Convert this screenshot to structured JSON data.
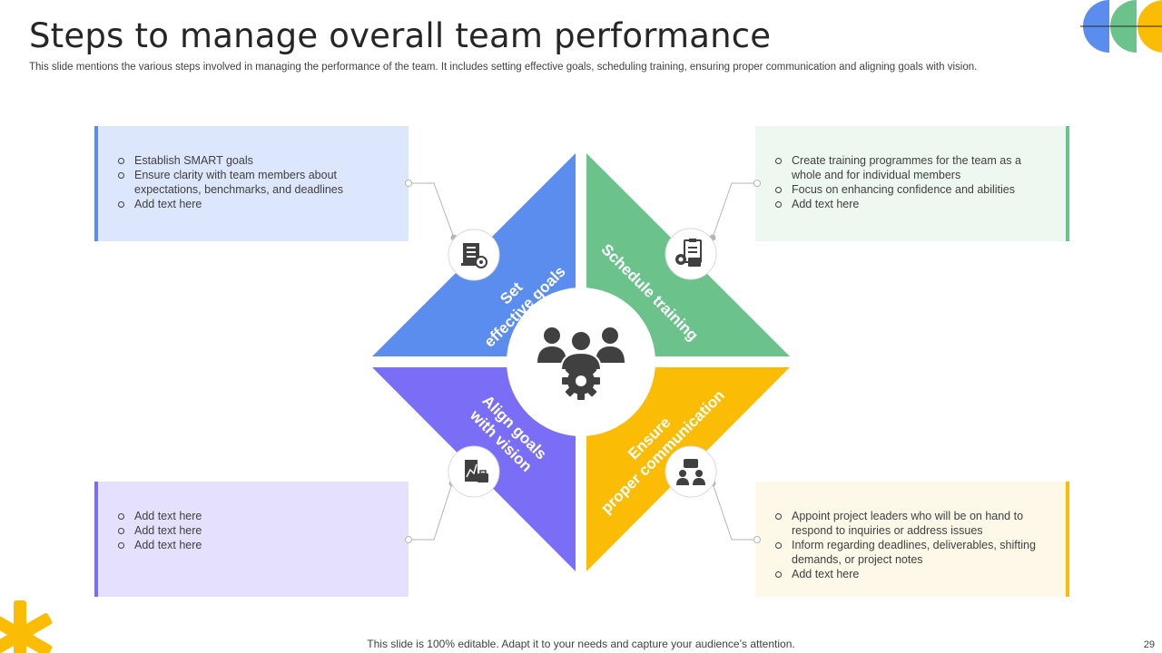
{
  "slide": {
    "title": "Steps to manage overall team performance",
    "subtitle": "This slide mentions the various steps involved in managing the performance of the team. It includes setting effective goals, scheduling training, ensuring proper communication and aligning goals with vision.",
    "footer": "This slide is 100% editable. Adapt it to your needs and capture your audience’s attention.",
    "page_number": "29"
  },
  "steps": [
    {
      "label_lines": [
        "Set",
        "effective goals"
      ],
      "icon": "goal-checklist-target-icon",
      "color": "#5B8DEF",
      "box_color": "#DCE6FC",
      "bullets": [
        "Establish SMART goals",
        "Ensure clarity with team members about expectations, benchmarks, and deadlines",
        "Add text here"
      ]
    },
    {
      "label_lines": [
        "Schedule training"
      ],
      "icon": "clipboard-training-icon",
      "color": "#6CC28B",
      "box_color": "#EEF8F1",
      "bullets": [
        "Create training programmes for the team as a whole and for individual  members",
        "Focus on enhancing confidence and abilities",
        "Add text here"
      ]
    },
    {
      "label_lines": [
        "Align goals",
        "with vision"
      ],
      "icon": "vision-chart-icon",
      "color": "#7B6EF6",
      "box_color": "#E4E0FD",
      "bullets": [
        "Add text here",
        "Add text here",
        "Add text here"
      ]
    },
    {
      "label_lines": [
        "Ensure",
        "proper communication"
      ],
      "icon": "team-communication-icon",
      "color": "#FBBC05",
      "box_color": "#FEF8E8",
      "bullets": [
        "Appoint project leaders who will be on hand to respond to inquiries or address issues",
        "Inform regarding deadlines, deliverables, shifting demands, or project notes",
        "Add text here"
      ]
    }
  ],
  "center_icon": "team-gear-icon",
  "decor": {
    "top_right_colors": [
      "#5B8DEF",
      "#6CC28B",
      "#FBBC05"
    ],
    "bottom_left_color": "#FBBC05"
  }
}
